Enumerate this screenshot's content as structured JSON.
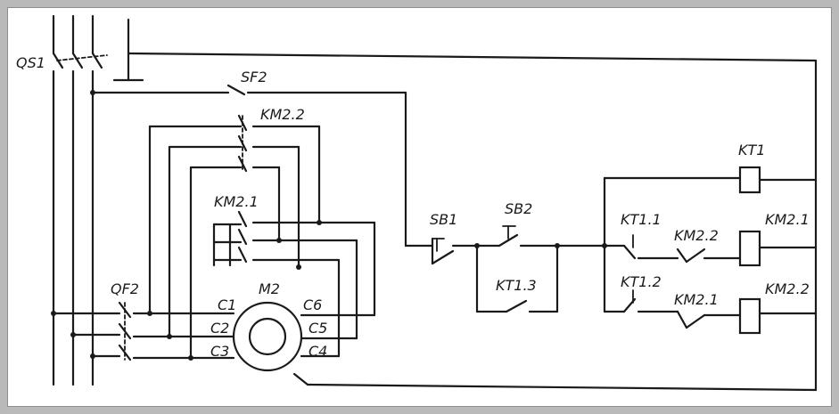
{
  "diagram": {
    "labels": {
      "qs1": "QS1",
      "sf2": "SF2",
      "km2_2_top": "KM2.2",
      "km2_1_left": "KM2.1",
      "qf2": "QF2",
      "c1": "C1",
      "c2": "C2",
      "c3": "C3",
      "m2": "M2",
      "c6": "C6",
      "c5": "C5",
      "c4": "C4",
      "sb1": "SB1",
      "sb2": "SB2",
      "kt1_3": "KT1.3",
      "kt1": "KT1",
      "kt1_1": "KT1.1",
      "km2_2_nc": "KM2.2",
      "km2_1_coil": "KM2.1",
      "kt1_2": "KT1.2",
      "km2_1_nc": "KM2.1",
      "km2_2_coil": "KM2.2"
    }
  }
}
